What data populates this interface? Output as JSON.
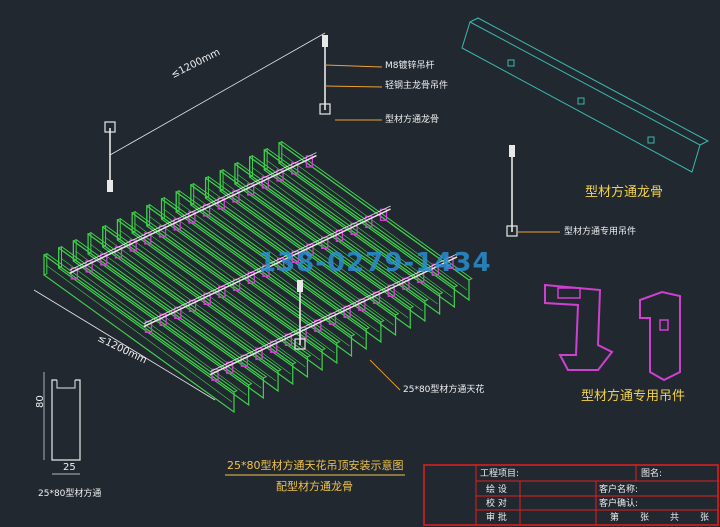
{
  "labels": {
    "rod": "M8镀锌吊杆",
    "hanger": "轻钢主龙骨吊件",
    "keel": "型材方通龙骨",
    "special_hanger": "型材方通专用吊件",
    "ceiling": "25*80型材方通天花",
    "profile": "25*80型材方通"
  },
  "big_labels": {
    "keel_detail": "型材方通龙骨",
    "hanger_detail": "型材方通专用吊件"
  },
  "dimensions": {
    "top_span": "≤1200mm",
    "side_span": "≤1200mm",
    "profile_h": "80",
    "profile_w": "25"
  },
  "title": {
    "main": "25*80型材方通天花吊顶安装示意图",
    "sub": "配型材方通龙骨"
  },
  "watermark": "138-0279-1434",
  "title_block": {
    "project": "工程项目:",
    "drawing_name": "图名:",
    "draw": "绘  设",
    "check": "校  对",
    "approve": "审  批",
    "client_name": "客户名称:",
    "client_confirm": "客户确认:",
    "sheet": "第",
    "sheet_unit": "张",
    "total": "共",
    "total_unit": "张"
  },
  "colors": {
    "background": "#212830",
    "bars": "#3fd14a",
    "hangers": "#d040d0",
    "lines": "#e8e8e8",
    "keel_outline": "#3ab8b0",
    "title_block": "#e02020",
    "title_text": "#f0c34a",
    "watermark": "#2a8fcf"
  }
}
